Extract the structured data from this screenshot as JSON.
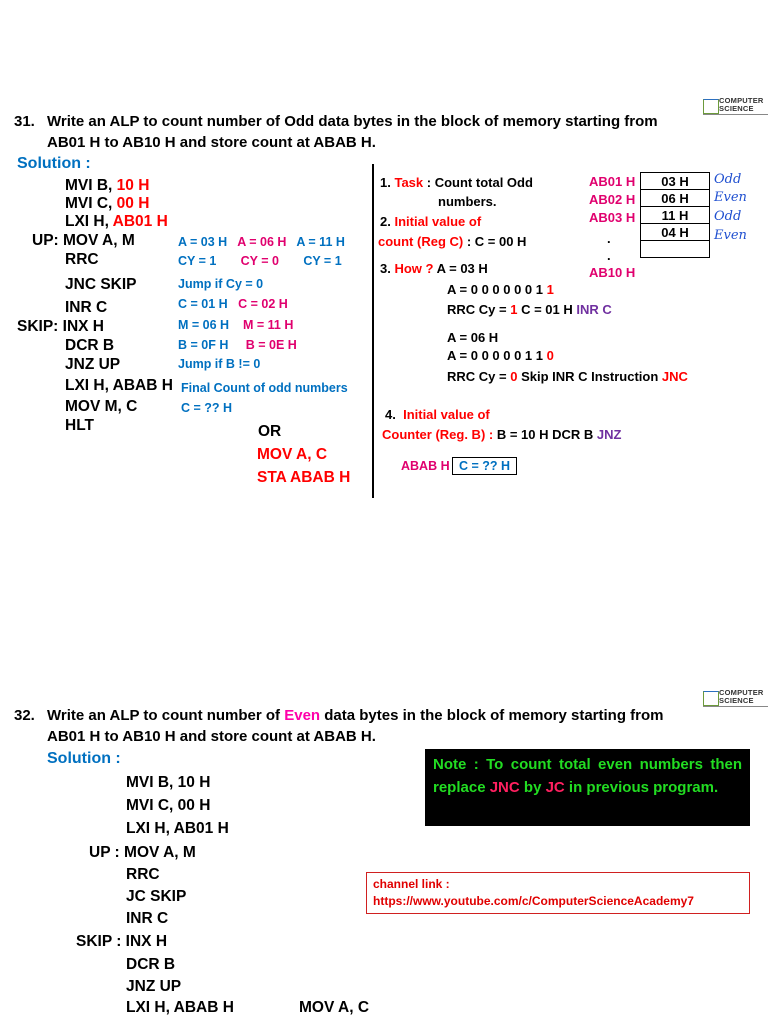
{
  "logo": {
    "line1": "COMPUTER",
    "line2": "SCIENCE"
  },
  "q31": {
    "number": "31.",
    "line1": "Write an ALP to count number of Odd data bytes in the block of memory starting from",
    "line2": "AB01 H to AB10 H and store count at ABAB H.",
    "solution_label": "Solution :",
    "code": {
      "l1_a": "MVI B, ",
      "l1_b": "10 H",
      "l2_a": "MVI C, ",
      "l2_b": "00 H",
      "l3_a": "LXI H, ",
      "l3_b": "AB01 H",
      "l4": "UP: MOV A, M",
      "l5": "RRC",
      "l6": "JNC SKIP",
      "l7": "INR C",
      "l8": "SKIP: INX H",
      "l9": "DCR B",
      "l10": "JNZ UP",
      "l11": "LXI H, ABAB H",
      "l12": "MOV M, C",
      "l13": "HLT",
      "or": "OR",
      "alt1": "MOV A, C",
      "alt2": "STA ABAB H"
    },
    "ann": {
      "a1": "A = 03 H",
      "a2": "A = 06 H",
      "a3": "A = 11 H",
      "cy1": "CY = 1",
      "cy2": "CY = 0",
      "cy3": "CY = 1",
      "jump": "Jump if Cy = 0",
      "c1": "C = 01 H",
      "c2": "C = 02 H",
      "m1": "M = 06 H",
      "m2": "M = 11 H",
      "b1": "B = 0F H",
      "b2": "B = 0E H",
      "jumpb": "Jump if B != 0",
      "final": "Final Count of odd numbers",
      "c": "C = ?? H"
    },
    "right": {
      "t1_num": "1.",
      "t1_key": "Task",
      "t1_text": ": Count total Odd",
      "t1_text2": "numbers.",
      "t2_num": "2.",
      "t2_key": "Initial value of",
      "t2_key2": "count (Reg C)",
      "t2_text": " :  C = 00 H",
      "t3_num": "3.",
      "t3_key": "How ?",
      "t3_a": " A = 03 H",
      "t3_bin_a": "A = 0 0 0 0 0 0 1 ",
      "t3_bin_b": "1",
      "t3_rrc_a": "RRC     Cy = ",
      "t3_rrc_b": "1",
      "t3_rrc_c": "   C = 01 H  ",
      "t3_rrc_d": "INR C",
      "t3_a2": "A = 06 H",
      "t3_bin2_a": "A = 0 0 0 0 0 1 1 ",
      "t3_bin2_b": "0",
      "t3_rrc2_a": "RRC     Cy = ",
      "t3_rrc2_b": "0",
      "t3_rrc2_c": "   Skip INR C  Instruction   ",
      "t3_rrc2_d": "JNC",
      "t4_num": "4.",
      "t4_key": "Initial   value   of",
      "t4_key2": "Counter (Reg. B) :",
      "t4_text": "  B = 10 H     DCR B    ",
      "t4_jnz": "JNZ",
      "abab_label": "ABAB H",
      "abab_val": "C = ?? H"
    },
    "mem": {
      "labels": [
        "AB01 H",
        "AB02 H",
        "AB03 H",
        ".",
        "AB10 H"
      ],
      "values": [
        "03 H",
        "06 H",
        "11 H",
        "04 H",
        ""
      ],
      "hand": [
        "Odd",
        "Even",
        "Odd",
        "Even"
      ]
    }
  },
  "q32": {
    "number": "32.",
    "line1_a": "Write an ALP to count number of ",
    "line1_b": "Even",
    "line1_c": " data bytes in the block of memory starting from",
    "line2": "AB01 H to AB10 H and store count at ABAB H.",
    "solution_label": "Solution :",
    "code": {
      "l1": "MVI B, 10 H",
      "l2": "MVI C, 00 H",
      "l3": "LXI H, AB01 H",
      "l4": "UP : MOV A, M",
      "l5": "RRC",
      "l6": "JC SKIP",
      "l7": "INR C",
      "l8": "SKIP : INX H",
      "l9": "DCR B",
      "l10": "JNZ UP",
      "l11": "LXI H, ABAB H",
      "l11_b": "MOV A, C"
    },
    "note": {
      "a": "Note : To count total even numbers then replace ",
      "jnc": "JNC",
      "b": " by ",
      "jc": "JC",
      "c": " in previous program."
    },
    "link": {
      "label": "channel link :",
      "url": "https://www.youtube.com/c/ComputerScienceAcademy7"
    }
  },
  "colors": {
    "red": "#ff0000",
    "blue": "#0070c0",
    "pink": "#e0006e",
    "purple": "#7030a0",
    "note_bg": "#000000",
    "note_text": "#22dd22"
  }
}
